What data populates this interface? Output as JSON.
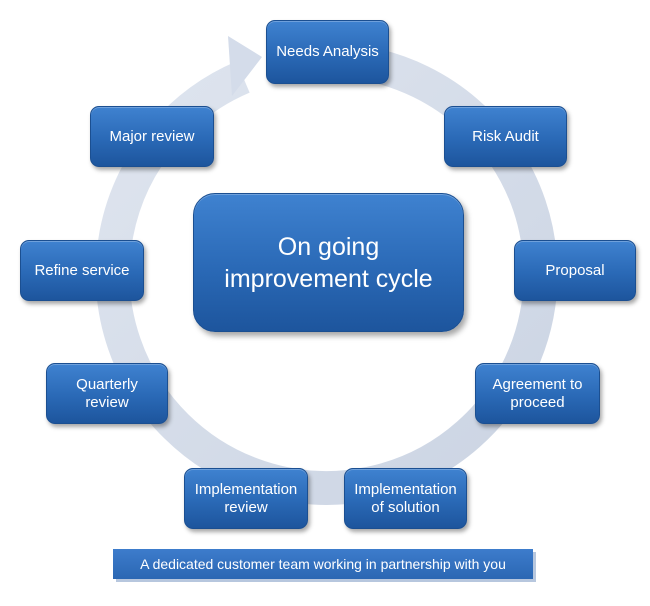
{
  "center": {
    "label": "On going\nimprovement cycle"
  },
  "steps": [
    {
      "label": "Needs Analysis"
    },
    {
      "label": "Risk Audit"
    },
    {
      "label": "Proposal"
    },
    {
      "label": "Agreement to\nproceed"
    },
    {
      "label": "Implementation\nof solution"
    },
    {
      "label": "Implementation\nreview"
    },
    {
      "label": "Quarterly\nreview"
    },
    {
      "label": "Refine service"
    },
    {
      "label": "Major review"
    }
  ],
  "caption": {
    "text": "A dedicated customer team working in partnership with you"
  },
  "colors": {
    "box_fill": "#2a69b6",
    "box_border": "#1b4f91",
    "ring": "#d4dcea",
    "text": "#ffffff"
  }
}
